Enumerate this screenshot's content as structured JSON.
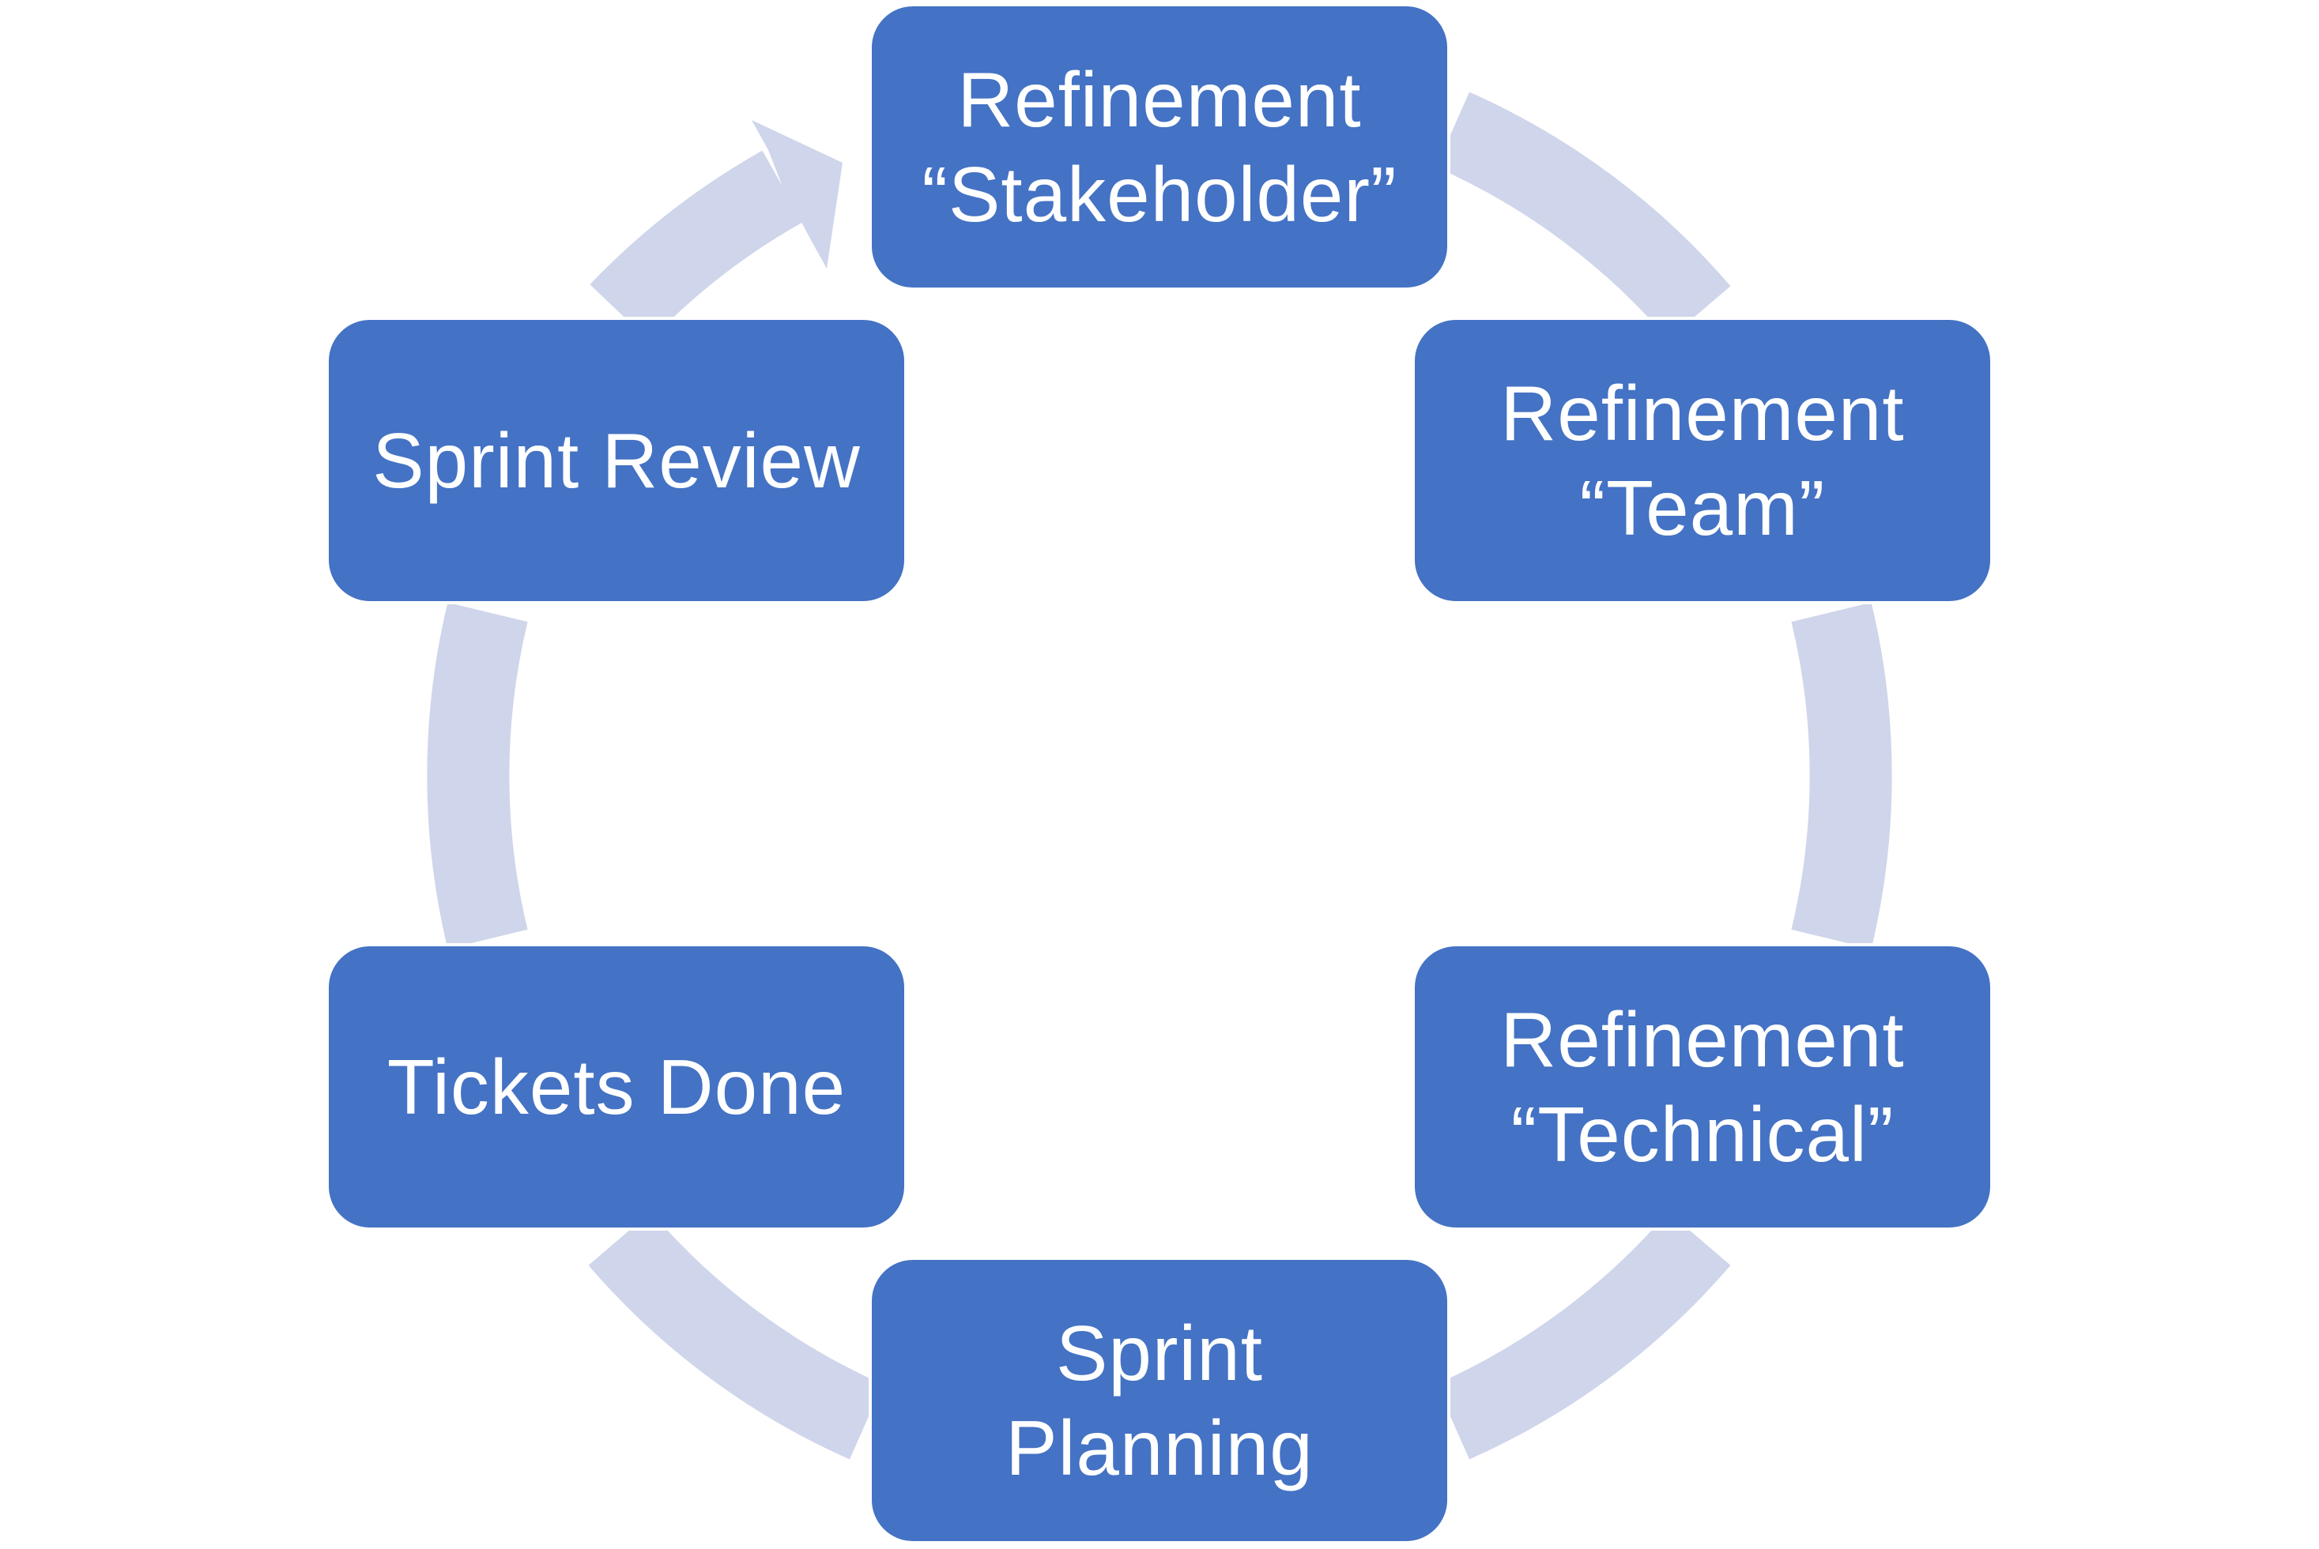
{
  "diagram": {
    "type": "cycle",
    "colors": {
      "box_fill": "#4472c4",
      "box_text": "#ffffff",
      "ring": "#cfd5ea"
    },
    "steps": [
      {
        "label": "Refinement\n“Stakeholder”"
      },
      {
        "label": "Refinement\n“Team”"
      },
      {
        "label": "Refinement\n“Technical”"
      },
      {
        "label": "Sprint\nPlanning"
      },
      {
        "label": "Tickets Done"
      },
      {
        "label": "Sprint Review"
      }
    ]
  }
}
